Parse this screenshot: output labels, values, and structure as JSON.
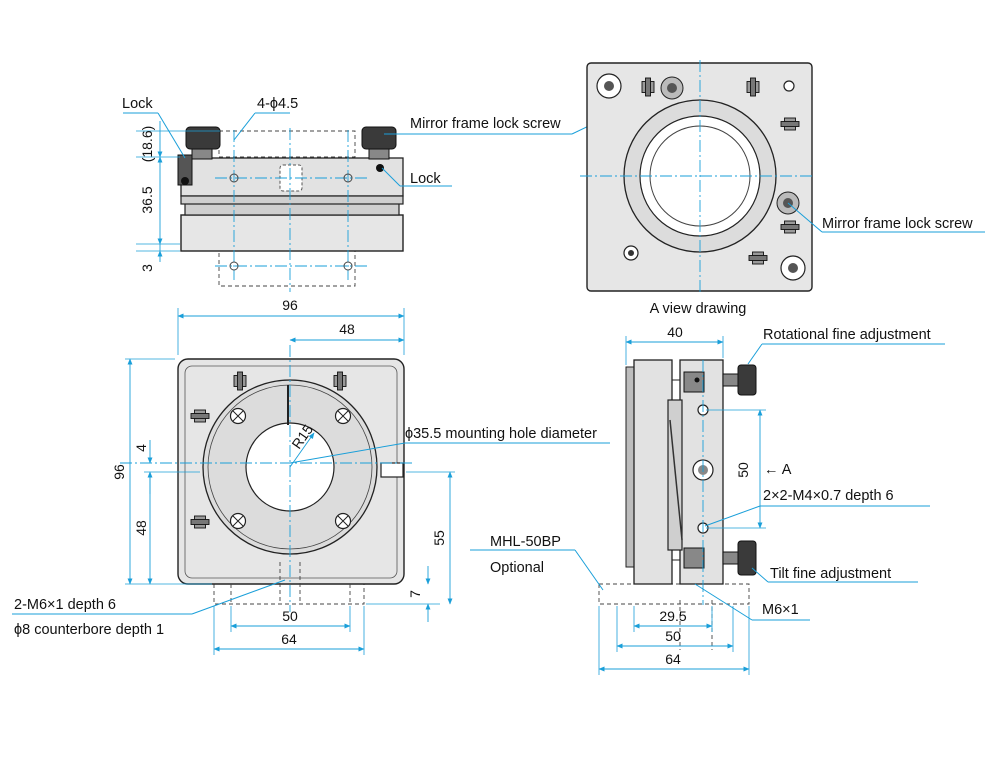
{
  "labels": {
    "lock_left": "Lock",
    "holes_top": "4-ϕ4.5",
    "mirror_lock_top": "Mirror frame lock screw",
    "lock_right": "Lock",
    "mirror_lock_right": "Mirror frame lock screw",
    "a_view": "A view drawing",
    "rotational": "Rotational fine adjustment",
    "mounting_hole": "ϕ35.5 mounting hole diameter",
    "a_arrow": "← A",
    "tapped_holes": "2×2-M4×0.7 depth 6",
    "base_part": "MHL-50BP",
    "optional": "Optional",
    "tilt": "Tilt fine adjustment",
    "m6_depth": "2-M6×1 depth 6",
    "counterbore": "ϕ8 counterbore depth 1",
    "m6": "M6×1"
  },
  "dimensions": {
    "d18_6": "(18.6)",
    "d36_5": "36.5",
    "d3": "3",
    "d96_width": "96",
    "d48_half": "48",
    "d96_height": "96",
    "d4": "4",
    "d48_lower": "48",
    "r15": "R15",
    "d55": "55",
    "d7": "7",
    "d50_front": "50",
    "d64_front": "64",
    "d40": "40",
    "d50_side": "50",
    "d29_5": "29.5",
    "d50_base": "50",
    "d64_base": "64"
  },
  "colors": {
    "dimension_line": "#1a9fd9",
    "part_fill": "#e2e2e2",
    "outline": "#222222"
  }
}
